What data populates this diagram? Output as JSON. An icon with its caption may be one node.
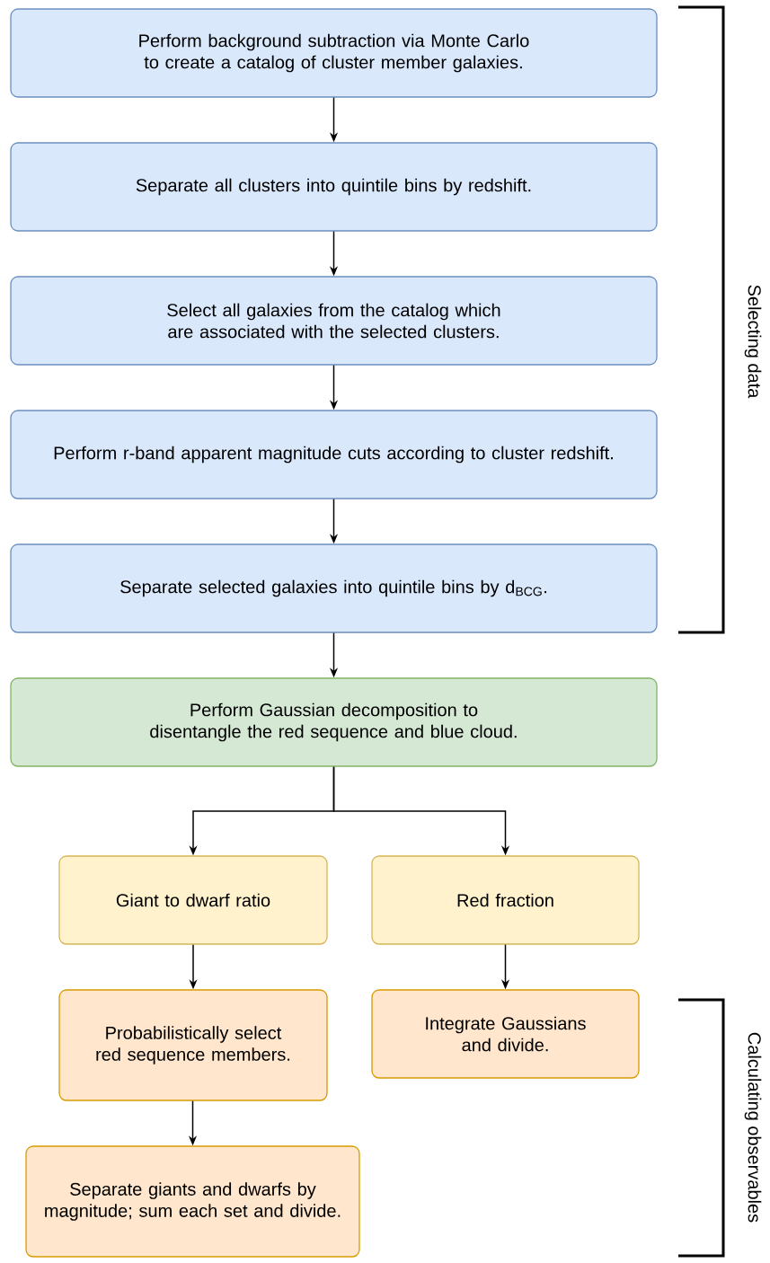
{
  "diagram": {
    "nodes": [
      {
        "text": [
          "Perform background subtraction via Monte Carlo to create a catalog of cluster member galaxies."
        ]
      },
      {
        "text": [
          "Separate all clusters into quintile bins by redshift."
        ]
      },
      {
        "text": [
          "Select all galaxies from the catalog which are associated with the selected clusters."
        ]
      },
      {
        "text": [
          "Perform r-band apparent magnitude cuts according to cluster redshift."
        ]
      },
      {
        "text": [
          "Separate selected galaxies into quintile bins by d$_{BCG}$."
        ]
      },
      {
        "text": [
          "Perform Gaussian decomposition to disentangle the red sequence and blue cloud."
        ]
      },
      {
        "text": [
          "Giant to dwarf ratio"
        ]
      },
      {
        "text": [
          "Red fraction"
        ]
      },
      {
        "text": [
          "Probabilistically select red sequence members."
        ]
      },
      {
        "text": [
          "Integrate Gaussians and divide."
        ]
      },
      {
        "text": [
          "Separate giants and dwarfs by magnitude; sum each set and divide."
        ]
      }
    ],
    "edges": [
      {
        "from": 0,
        "to": 1,
        "arrow": "to"
      },
      {
        "from": 1,
        "to": 2,
        "arrow": "to"
      },
      {
        "from": 2,
        "to": 3,
        "arrow": "to"
      },
      {
        "from": 3,
        "to": 4,
        "arrow": "to"
      },
      {
        "from": 4,
        "to": 5,
        "arrow": "to"
      },
      {
        "from": 5,
        "to": 6,
        "arrow": "to"
      },
      {
        "from": 5,
        "to": 7,
        "arrow": "to"
      },
      {
        "from": 6,
        "to": 8,
        "arrow": "to"
      },
      {
        "from": 7,
        "to": 9,
        "arrow": "to"
      },
      {
        "from": 8,
        "to": 10,
        "arrow": "to"
      }
    ],
    "labels": [
      "Selecting data",
      "Calculating observables"
    ]
  }
}
